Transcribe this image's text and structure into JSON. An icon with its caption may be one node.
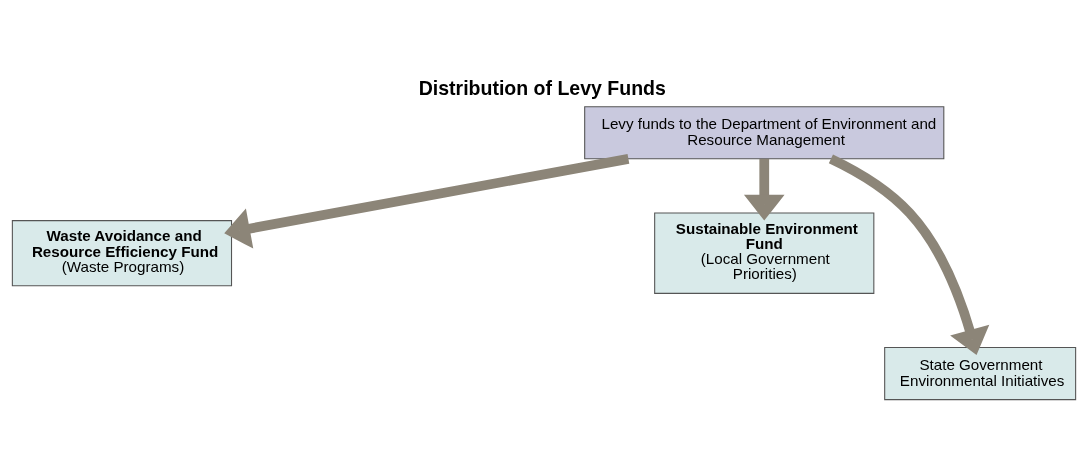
{
  "diagram": {
    "title": "Distribution of Levy Funds",
    "nodes": [
      {
        "text": [
          "Levy funds to the Department of Environment and Resource Management"
        ]
      },
      {
        "text": [
          "Waste Avoidance and Resource Efficiency Fund",
          "(Waste Programs)"
        ]
      },
      {
        "text": [
          "Sustainable Environment Fund",
          "(Local Government Priorities)"
        ]
      },
      {
        "text": [
          "State Government Environmental Initiatives"
        ]
      }
    ],
    "edges": [
      {
        "from": 0,
        "to": 1,
        "arrow": "to"
      },
      {
        "from": 0,
        "to": 3,
        "arrow": "to"
      },
      {
        "from": 0,
        "to": 2,
        "arrow": "to"
      }
    ]
  }
}
